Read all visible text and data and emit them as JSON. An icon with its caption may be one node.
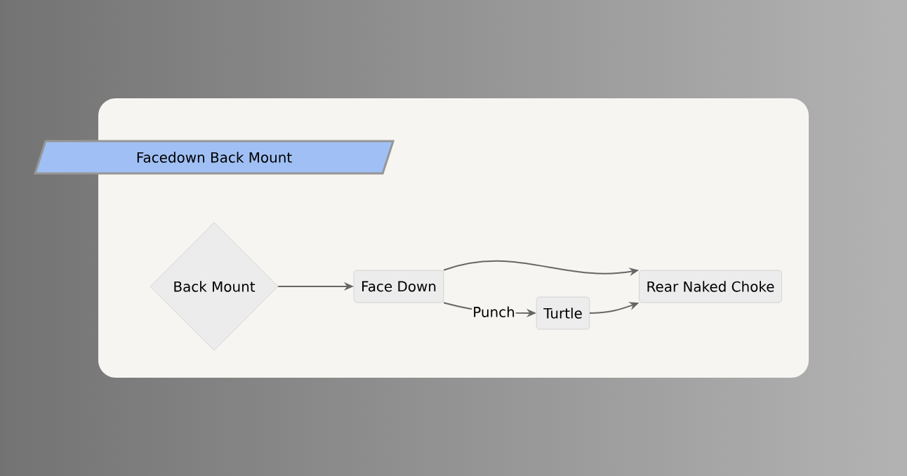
{
  "diagram": {
    "nodes": [
      {
        "text": [
          "Facedown Back Mount"
        ]
      },
      {
        "text": [
          "Back Mount"
        ]
      },
      {
        "text": [
          "Face Down"
        ]
      },
      {
        "text": [
          "Turtle"
        ]
      },
      {
        "text": [
          "Rear Naked Choke"
        ]
      }
    ],
    "edges": [
      {
        "from": 1,
        "to": 2,
        "arrow": "to"
      },
      {
        "from": 2,
        "to": 4,
        "arrow": "to"
      },
      {
        "from": 2,
        "to": 3,
        "arrow": "to",
        "label": "Punch"
      },
      {
        "from": 3,
        "to": 4,
        "arrow": "to"
      }
    ]
  }
}
